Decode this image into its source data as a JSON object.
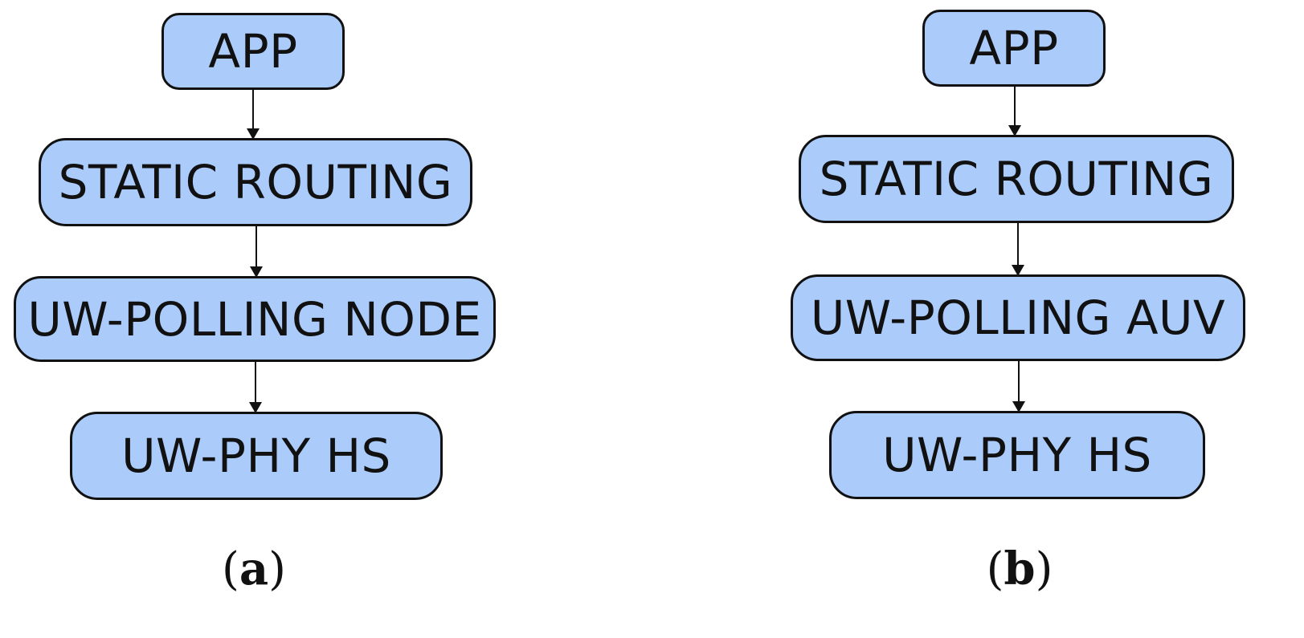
{
  "diagram_a": {
    "layers": [
      "APP",
      "STATIC ROUTING",
      "UW-POLLING NODE",
      "UW-PHY HS"
    ],
    "caption_open": "(",
    "caption_letter": "a",
    "caption_close": ")"
  },
  "diagram_b": {
    "layers": [
      "APP",
      "STATIC ROUTING",
      "UW-POLLING AUV",
      "UW-PHY HS"
    ],
    "caption_open": "(",
    "caption_letter": "b",
    "caption_close": ")"
  },
  "colors": {
    "box_fill": "#abcbfa",
    "stroke": "#111111"
  }
}
